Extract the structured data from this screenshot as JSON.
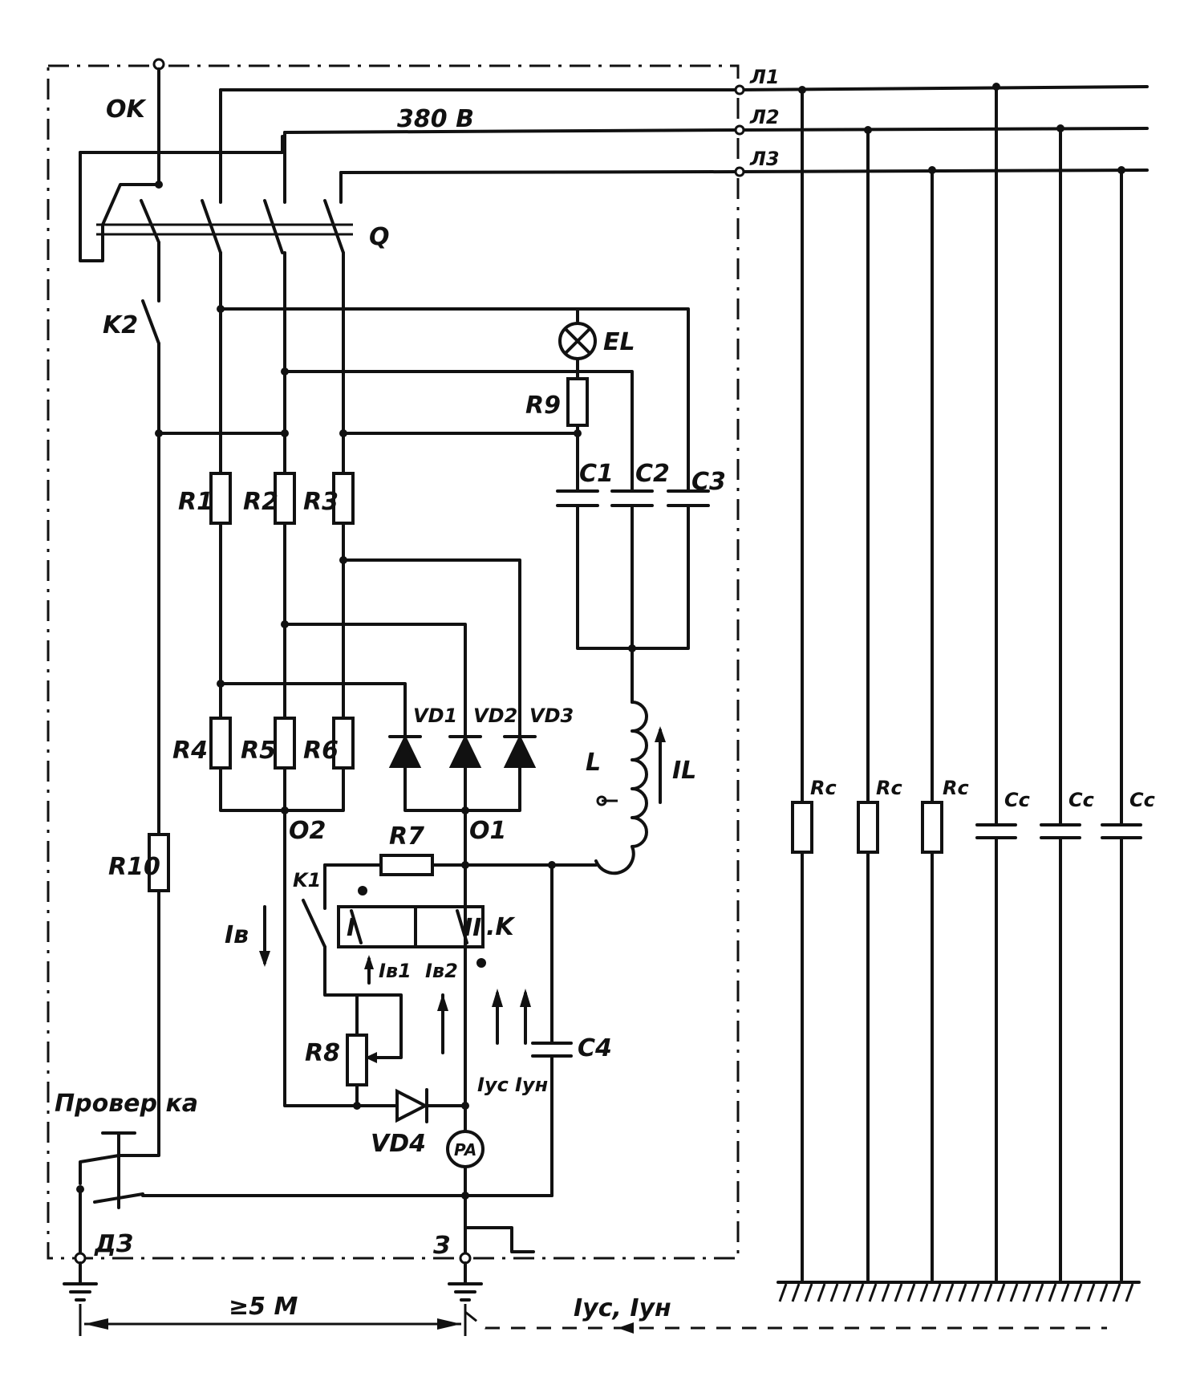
{
  "labels": {
    "ok": "OK",
    "l1": "Л1",
    "l2": "Л2",
    "l3": "Л3",
    "voltage": "380 B",
    "q": "Q",
    "k2": "K2",
    "el": "EL",
    "r9": "R9",
    "c1": "C1",
    "c2": "C2",
    "c3": "C3",
    "r1": "R1",
    "r2": "R2",
    "r3": "R3",
    "r4": "R4",
    "r5": "R5",
    "r6": "R6",
    "vd1": "VD1",
    "vd2": "VD2",
    "vd3": "VD3",
    "l": "L",
    "il": "IL",
    "o2": "O2",
    "o1": "O1",
    "r7": "R7",
    "k1": "K1",
    "k": ".K",
    "ib": "Iв",
    "ib1": "Iв1",
    "ib2": "Iв2",
    "r8": "R8",
    "c4": "C4",
    "ius": "Iус",
    "iun": "Iун",
    "r10": "R10",
    "check": "Провер ка",
    "vd4": "VD4",
    "pa": "PA",
    "dz": "ДЗ",
    "z": "З",
    "distance": "≥5 М",
    "ground_currents": "Iус, Iун",
    "rc": "Rc",
    "cc": "Cc",
    "coil1": "I",
    "coil2": "II"
  }
}
